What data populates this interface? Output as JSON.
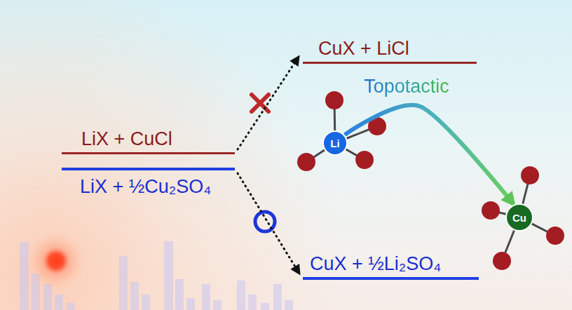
{
  "diagram": {
    "nodes": [
      {
        "text": [
          "LiX + CuCl"
        ]
      },
      {
        "text": [
          "LiX + ½Cu₂SO₄"
        ]
      },
      {
        "text": [
          "CuX + LiCl"
        ]
      },
      {
        "text": [
          "CuX + ½Li₂SO₄"
        ]
      },
      {
        "text": [
          "Li"
        ]
      },
      {
        "text": [
          "Cu"
        ]
      }
    ],
    "edges": [
      {
        "from": 0,
        "to": 2,
        "arrow": "to"
      },
      {
        "from": 1,
        "to": 3,
        "arrow": "to"
      },
      {
        "from": 4,
        "to": 5,
        "label": "Topotactic",
        "arrow": "to"
      }
    ]
  }
}
